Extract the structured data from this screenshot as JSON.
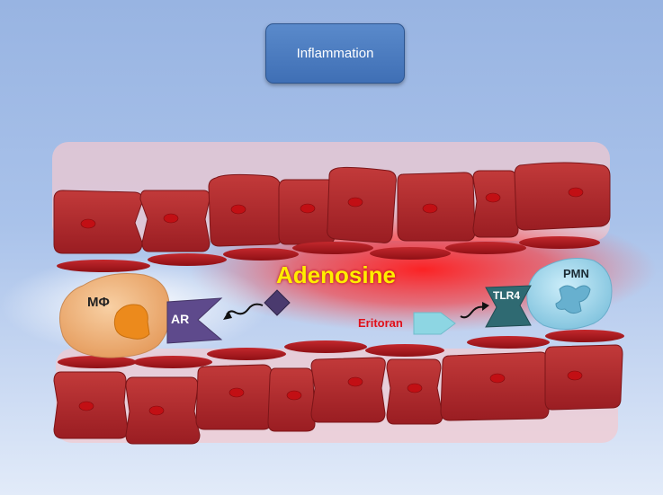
{
  "title": "Inflammation",
  "labels": {
    "adenosine": "Adenosine",
    "macrophage": "MΦ",
    "receptor_ar": "AR",
    "eritoran": "Eritoran",
    "receptor_tlr4": "TLR4",
    "neutrophil": "PMN"
  },
  "colors": {
    "endothelial_cell": "#b2282b",
    "nucleus": "#c20f14",
    "adenosine_text": "#ffee00",
    "eritoran_text": "#e0101a",
    "ar_receptor": "#5e4a8c",
    "tlr4_receptor": "#2f6a72",
    "eritoran_arrow": "#8dd6e3",
    "macrophage": "#f2b681",
    "pmn": "#a6d9ec",
    "title_box": "#4a7bbf"
  }
}
